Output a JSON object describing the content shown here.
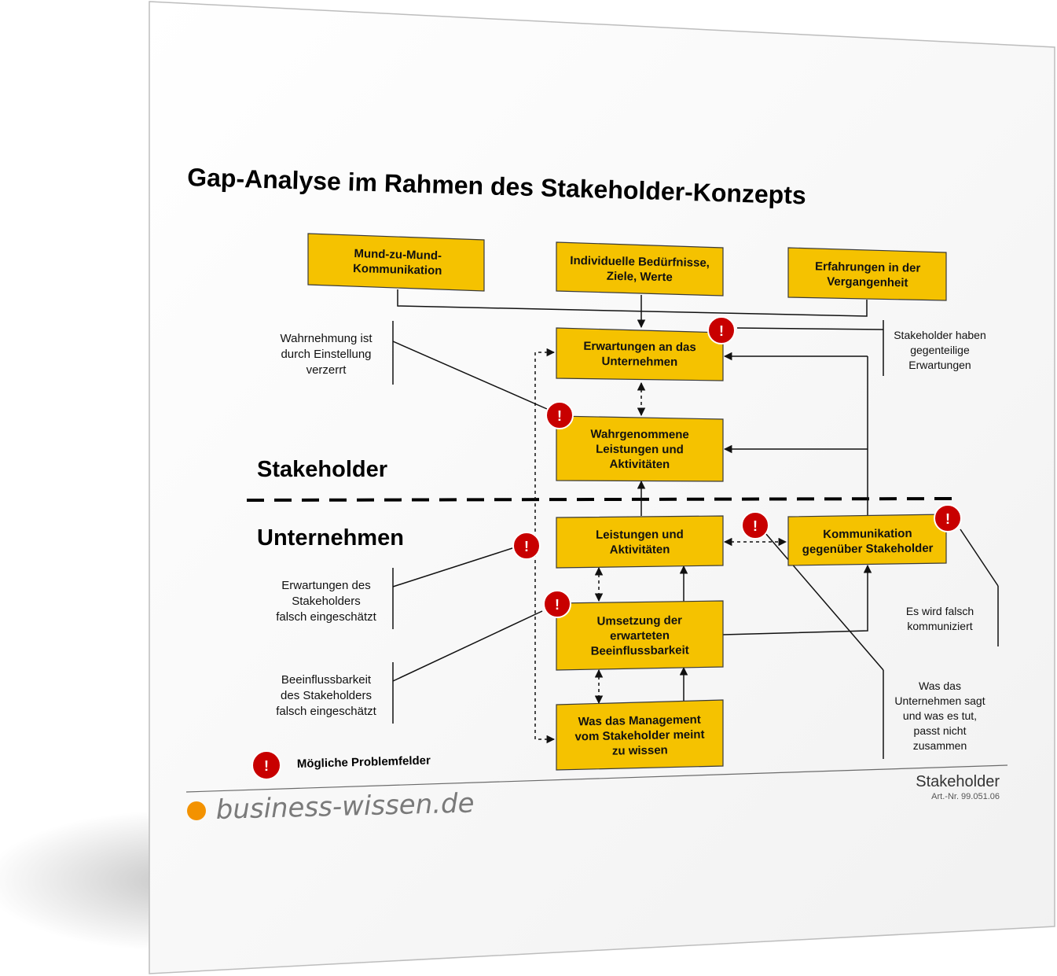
{
  "title": "Gap-Analyse im Rahmen des Stakeholder-Konzepts",
  "sections": {
    "stakeholder": "Stakeholder",
    "unternehmen": "Unternehmen"
  },
  "boxes": {
    "mund": [
      "Mund-zu-Mund-",
      "Kommunikation"
    ],
    "beduerf": [
      "Individuelle Bedürfnisse,",
      "Ziele, Werte"
    ],
    "erfahr": [
      "Erfahrungen in der",
      "Vergangenheit"
    ],
    "erwart": [
      "Erwartungen an das",
      "Unternehmen"
    ],
    "wahrgen": [
      "Wahrgenommene",
      "Leistungen und",
      "Aktivitäten"
    ],
    "leist": [
      "Leistungen und",
      "Aktivitäten"
    ],
    "komm": [
      "Kommunikation",
      "gegenüber Stakeholder"
    ],
    "umsetz": [
      "Umsetzung der",
      "erwarteten",
      "Beeinflussbarkeit"
    ],
    "mgmt": [
      "Was das Management",
      "vom Stakeholder meint",
      "zu wissen"
    ]
  },
  "notes": {
    "wahrnehmung": [
      "Wahrnehmung ist",
      "durch Einstellung",
      "verzerrt"
    ],
    "gegenteilig": [
      "Stakeholder haben",
      "gegenteilige",
      "Erwartungen"
    ],
    "erwFalsch": [
      "Erwartungen des",
      "Stakeholders",
      "falsch eingeschätzt"
    ],
    "beeinfFalsch": [
      "Beeinflussbarkeit",
      "des Stakeholders",
      "falsch eingeschätzt"
    ],
    "falschKomm": [
      "Es wird falsch",
      "kommuniziert"
    ],
    "sagtTut": [
      "Was das",
      "Unternehmen sagt",
      "und was es tut,",
      "passt nicht",
      "zusammen"
    ]
  },
  "legend": {
    "label": "Mögliche Problemfelder",
    "symbol": "!"
  },
  "footer": {
    "brand": "business-wissen.de",
    "doc_title": "Stakeholder",
    "article_no": "Art.-Nr. 99.051.06"
  },
  "colors": {
    "box_fill": "#F5C200",
    "box_stroke": "#3a3a3a",
    "alert_fill": "#C80000",
    "brand_dot": "#F39200"
  }
}
